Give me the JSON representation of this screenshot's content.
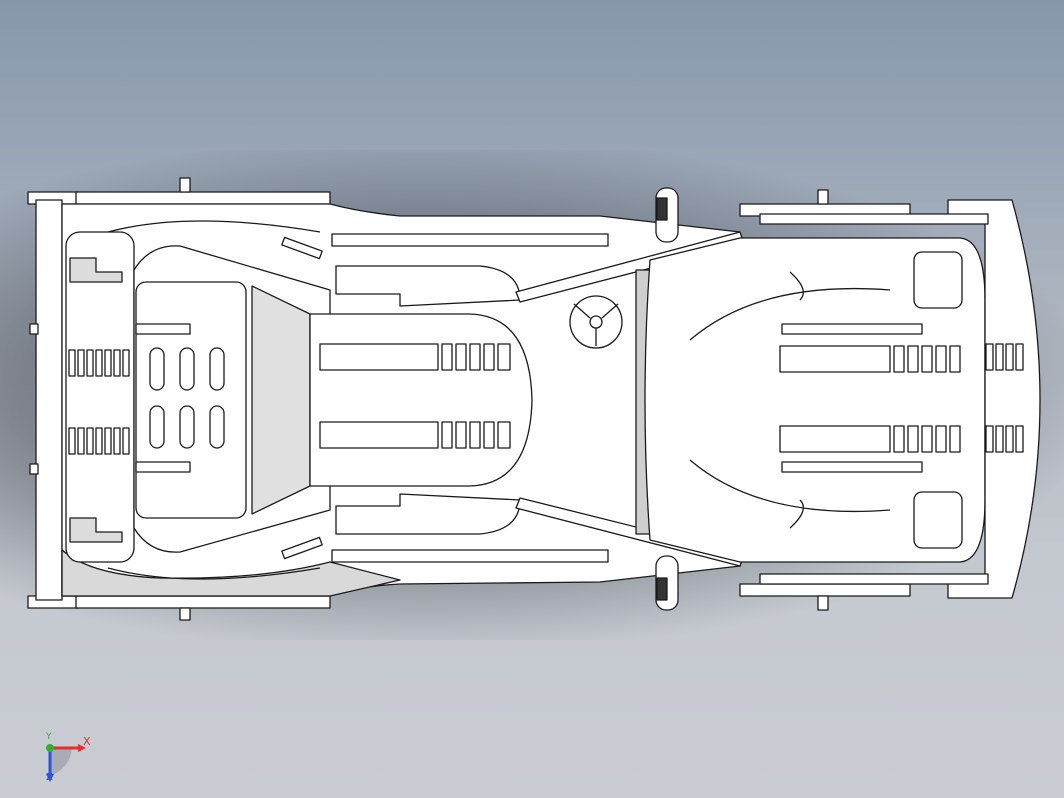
{
  "viewport": {
    "background_top": "#8797ab",
    "background_bottom": "#c9ccd3",
    "model_fill": "#ffffff",
    "model_stroke": "#1a1a1a",
    "model_shade": "#d8d8d8"
  },
  "triad": {
    "x_label": "X",
    "y_label": "Y",
    "z_label": "Z",
    "x_color": "#e03030",
    "y_color": "#30b030",
    "z_color": "#3050e0"
  }
}
